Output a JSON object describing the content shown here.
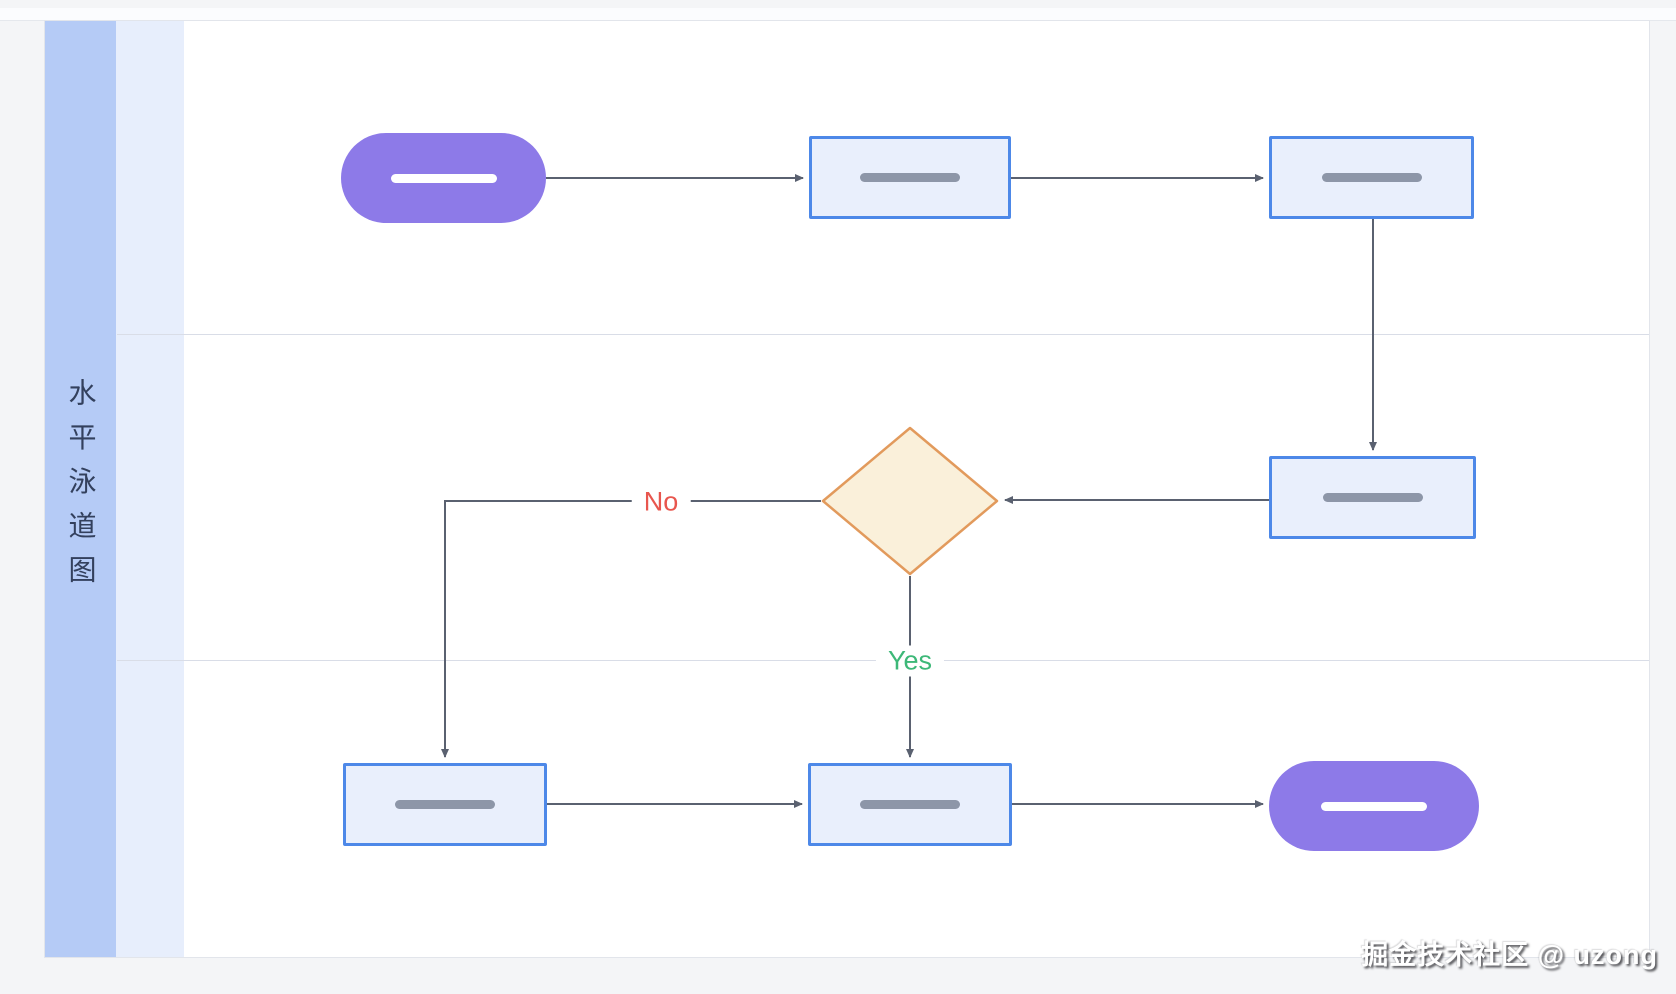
{
  "diagram": {
    "title": "水平泳道图",
    "type": "horizontal-swimlane-flowchart",
    "lane_count": 3,
    "lanes": [
      {
        "index": 1,
        "label": ""
      },
      {
        "index": 2,
        "label": ""
      },
      {
        "index": 3,
        "label": ""
      }
    ],
    "nodes": [
      {
        "id": "start",
        "shape": "terminal-pill",
        "lane": 1,
        "text": "",
        "placeholder_bar": true,
        "fill": "#8d7ae8"
      },
      {
        "id": "process-1",
        "shape": "process-rect",
        "lane": 1,
        "text": "",
        "placeholder_bar": true,
        "fill": "#e9effc",
        "border": "#4d88e8"
      },
      {
        "id": "process-2",
        "shape": "process-rect",
        "lane": 1,
        "text": "",
        "placeholder_bar": true,
        "fill": "#e9effc",
        "border": "#4d88e8"
      },
      {
        "id": "process-3",
        "shape": "process-rect",
        "lane": 2,
        "text": "",
        "placeholder_bar": true,
        "fill": "#e9effc",
        "border": "#4d88e8"
      },
      {
        "id": "decision",
        "shape": "decision-diamond",
        "lane": 2,
        "text": "",
        "fill": "#faf0da",
        "border": "#e29a5c"
      },
      {
        "id": "process-4",
        "shape": "process-rect",
        "lane": 3,
        "text": "",
        "placeholder_bar": true,
        "fill": "#e9effc",
        "border": "#4d88e8"
      },
      {
        "id": "process-5",
        "shape": "process-rect",
        "lane": 3,
        "text": "",
        "placeholder_bar": true,
        "fill": "#e9effc",
        "border": "#4d88e8"
      },
      {
        "id": "end",
        "shape": "terminal-pill",
        "lane": 3,
        "text": "",
        "placeholder_bar": true,
        "fill": "#8d7ae8"
      }
    ],
    "edges": [
      {
        "from": "start",
        "to": "process-1",
        "label": ""
      },
      {
        "from": "process-1",
        "to": "process-2",
        "label": ""
      },
      {
        "from": "process-2",
        "to": "process-3",
        "label": ""
      },
      {
        "from": "process-3",
        "to": "decision",
        "label": ""
      },
      {
        "from": "decision",
        "to": "process-4",
        "label": "No",
        "label_color": "#e8564e"
      },
      {
        "from": "decision",
        "to": "process-5",
        "label": "Yes",
        "label_color": "#3db878"
      },
      {
        "from": "process-4",
        "to": "process-5",
        "label": ""
      },
      {
        "from": "process-5",
        "to": "end",
        "label": ""
      }
    ],
    "colors": {
      "lane_title_column": "#b5cbf6",
      "lane_subheader_column": "#e7eefc",
      "lane_divider": "#d9dde7",
      "terminal_fill": "#8d7ae8",
      "process_fill": "#e9effc",
      "process_border": "#4d88e8",
      "decision_fill": "#faf0da",
      "decision_border": "#e29a5c",
      "arrow": "#5a6170",
      "placeholder_bar_gray": "#8d96a8",
      "placeholder_bar_white": "#ffffff"
    }
  },
  "watermark": {
    "text": "掘金技术社区 @ uzong"
  }
}
